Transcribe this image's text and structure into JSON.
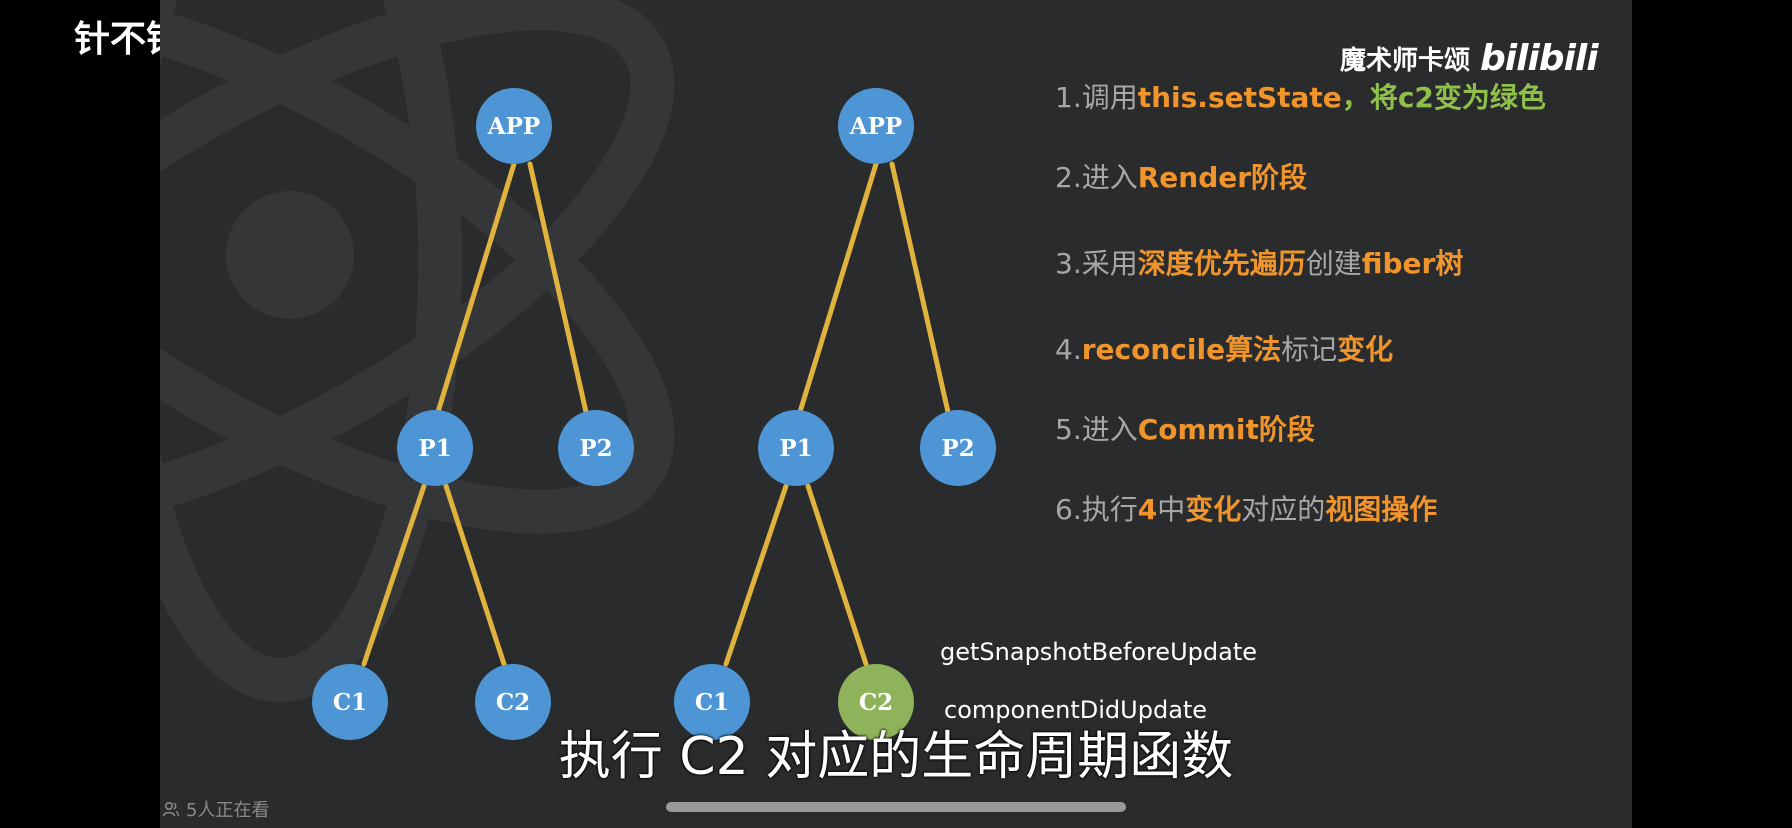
{
  "app": {
    "title": "针不错"
  },
  "watermark": {
    "author": "魔术师卡颂",
    "brand": "bilibili"
  },
  "tree_left": {
    "app": "APP",
    "p1": "P1",
    "p2": "P2",
    "c1": "C1",
    "c2": "C2"
  },
  "tree_right": {
    "app": "APP",
    "p1": "P1",
    "p2": "P2",
    "c1": "C1",
    "c2": "C2"
  },
  "colors": {
    "node": "#4d95d4",
    "node_changed": "#8fb35a",
    "edge": "#e0b23e",
    "accent_orange": "#f0952c",
    "accent_green": "#8fc04a"
  },
  "steps": [
    {
      "n": "1.调用",
      "a": "this.setState",
      "b": "，将c2变为绿色"
    },
    {
      "n": "2.进入",
      "a": "Render",
      "b": "阶段"
    },
    {
      "n": "3.采用",
      "a": "深度优先遍历",
      "b": "创建",
      "c": "fiber树"
    },
    {
      "n": "4.",
      "a": "reconcile算法",
      "b": "标记",
      "c": "变化"
    },
    {
      "n": "5.进入",
      "a": "Commit",
      "b": "阶段"
    },
    {
      "n": "6.执行",
      "a": "4",
      "b": "中",
      "c": "变化",
      "d": "对应的",
      "e": "视图操作"
    }
  ],
  "lifecycle": [
    "getSnapshotBeforeUpdate",
    "componentDidUpdate"
  ],
  "subtitle": "执行 C2 对应的生命周期函数",
  "viewers": {
    "text": "5人正在看",
    "icon": "people-icon"
  },
  "progress": {
    "fraction": 0.0
  }
}
